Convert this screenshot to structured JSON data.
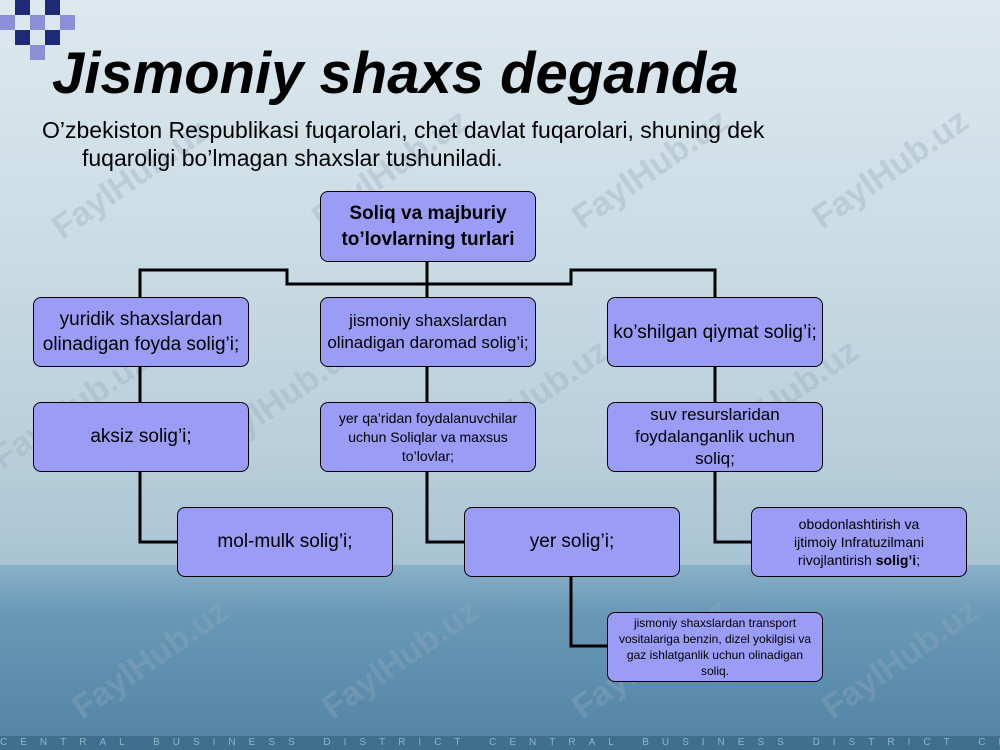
{
  "title": "Jismoniy shaxs deganda",
  "subtitle": {
    "line1": "O’zbekiston Respublikasi fuqarolari, chet davlat fuqarolari, shuning dek",
    "line2": "fuqaroligi bo’lmagan shaxslar tushuniladi."
  },
  "diagram": {
    "root": "Soliq va majburiy to’lovlarning turlari",
    "left": {
      "b1": "yuridik shaxslardan olinadigan foyda solig’i;",
      "b2": "aksiz solig’i;",
      "b3": "mol-mulk solig’i;"
    },
    "middle": {
      "b1": "jismoniy shaxslardan olinadigan daromad solig’i;",
      "b2": "yer qa’ridan foydalanuvchilar uchun Soliqlar va maxsus to’lovlar;",
      "b3": "yer solig’i;",
      "b4": "jismoniy shaxslardan transport vositalariga benzin, dizel yokilgisi va gaz ishlatganlik uchun olinadigan soliq."
    },
    "right": {
      "b1": "ko’shilgan qiymat solig’i;",
      "b2": "suv resurslaridan foydalanganlik uchun soliq;",
      "b3_text": "obodonlashtirish va ijtimoiy Infratuzilmani rivojlantirish",
      "b3_bold": "solig’i",
      "b3_end": ";"
    }
  },
  "watermark": "FaylHub.uz",
  "footer_strip": "CENTRAL BUSINESS DISTRICT CENTRAL BUSINESS DISTRICT CENTRE",
  "colors": {
    "box_fill": "#9a9cf6",
    "deco_navy": "#1d2a78",
    "deco_lilac": "#8c8fd8"
  }
}
